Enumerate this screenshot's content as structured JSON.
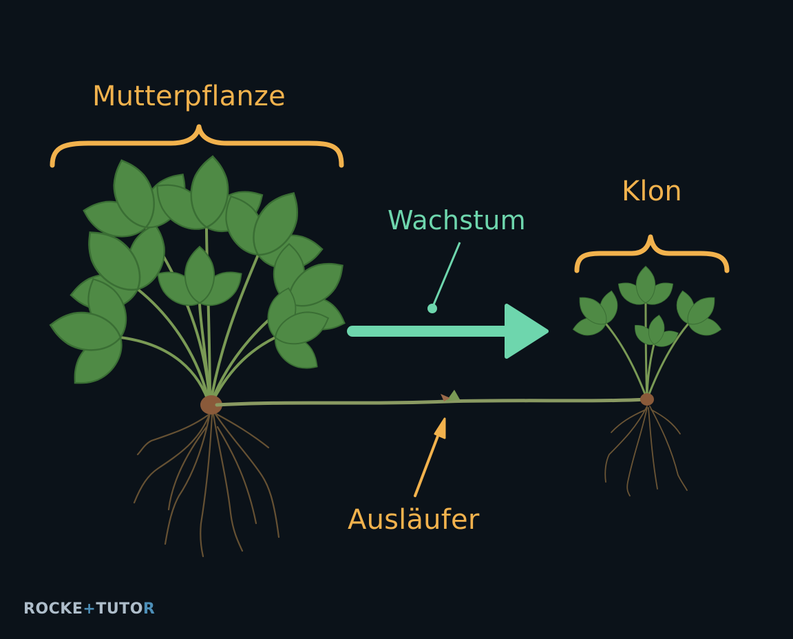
{
  "labels": {
    "mother_plant": "Mutterpflanze",
    "clone": "Klon",
    "growth": "Wachstum",
    "runner": "Ausläufer"
  },
  "logo": {
    "part1": "ROCKE",
    "part2": "TUTO",
    "part3": "R"
  },
  "colors": {
    "background": "#0b1219",
    "bracket_label": "#f2b24d",
    "growth": "#6ed6ad",
    "logo_text": "#aebdca",
    "logo_accent": "#4d8fb8",
    "leaf": "#4f8a45",
    "leaf_dark": "#3a6e34",
    "stem": "#7a9a55",
    "runner": "#8a9a62",
    "root": "#6b5535"
  },
  "icons": {
    "mother_plant": "strawberry-plant-icon",
    "clone": "small-strawberry-plant-icon",
    "growth_arrow": "right-arrow-icon",
    "runner_arrow": "up-arrow-icon"
  }
}
